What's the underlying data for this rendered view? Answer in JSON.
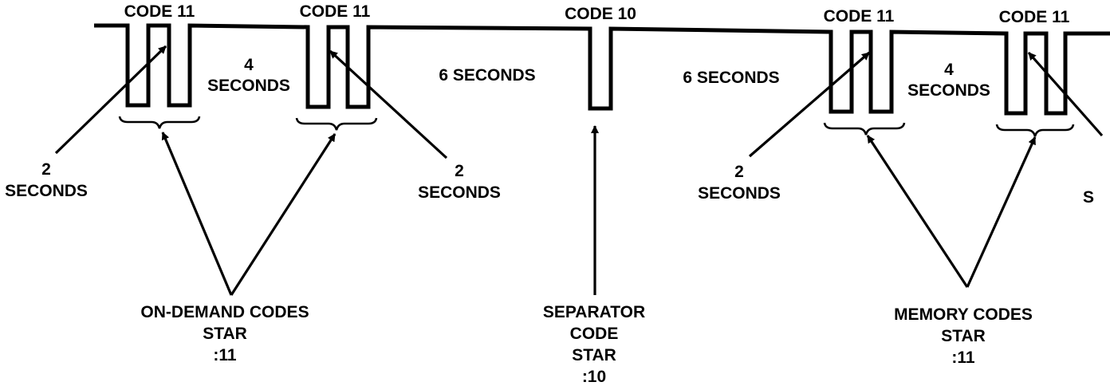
{
  "pulse_groups": [
    {
      "code_label": "CODE 11"
    },
    {
      "code_label": "CODE 11"
    },
    {
      "code_label": "CODE 10"
    },
    {
      "code_label": "CODE 11"
    },
    {
      "code_label": "CODE 11"
    }
  ],
  "gap_labels": {
    "gap_1": [
      "4",
      "SECONDS"
    ],
    "gap_2": "6 SECONDS",
    "gap_3": "6 SECONDS",
    "gap_4": [
      "4",
      "SECONDS"
    ]
  },
  "pulse_gap_labels": [
    [
      "2",
      "SECONDS"
    ],
    [
      "2",
      "SECONDS"
    ],
    [
      "2",
      "SECONDS"
    ],
    [
      "S"
    ]
  ],
  "group_captions": {
    "on_demand": [
      "ON-DEMAND CODES",
      "STAR",
      ":11"
    ],
    "separator": [
      "SEPARATOR",
      "CODE",
      "STAR",
      ":10"
    ],
    "memory": [
      "MEMORY CODES",
      "STAR",
      ":11"
    ]
  }
}
